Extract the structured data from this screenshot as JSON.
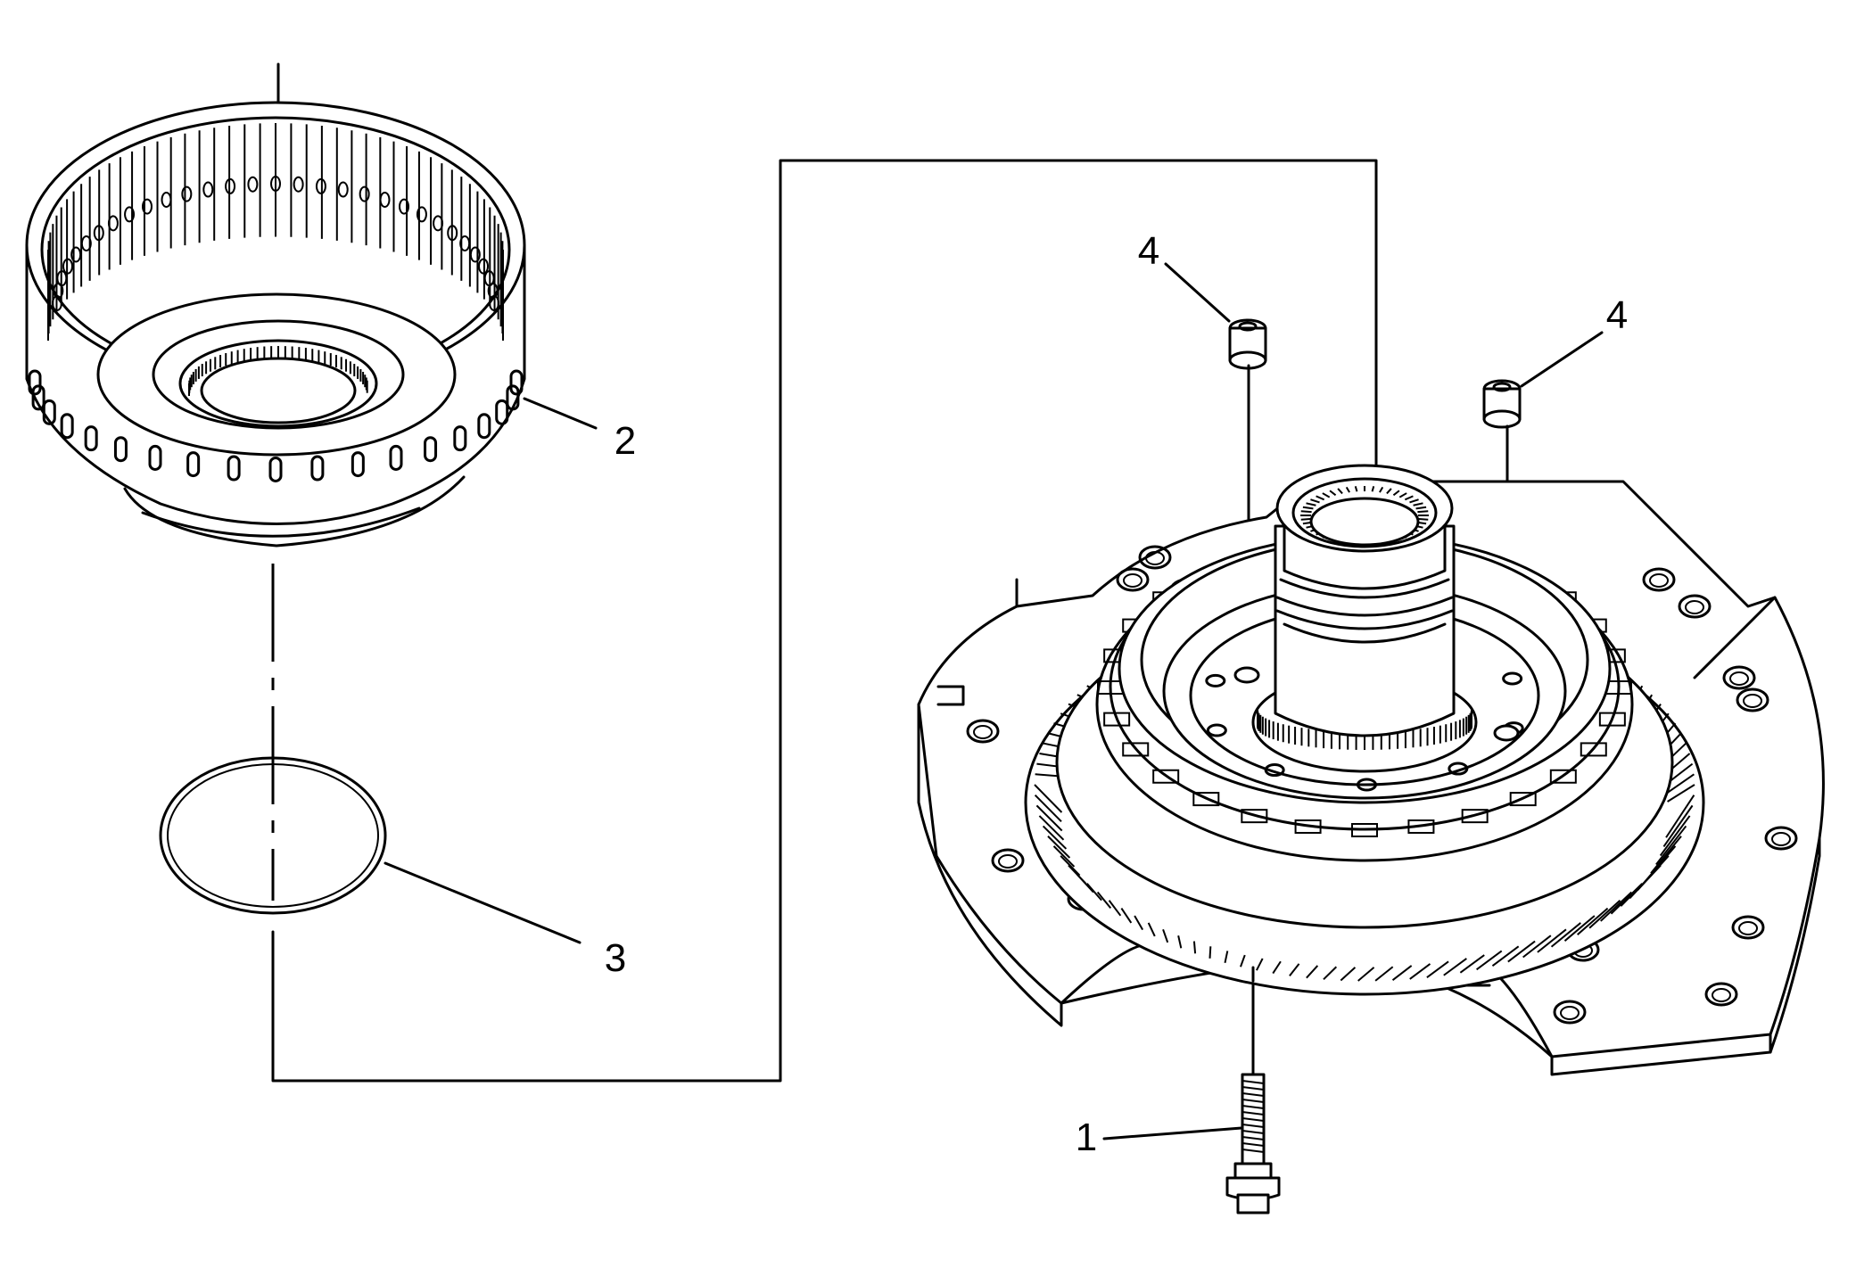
{
  "callouts": {
    "bolt": "1",
    "drum": "2",
    "seal_ring": "3",
    "plug_left": "4",
    "plug_right": "4"
  },
  "colors": {
    "line": "#000000",
    "background": "#ffffff"
  }
}
